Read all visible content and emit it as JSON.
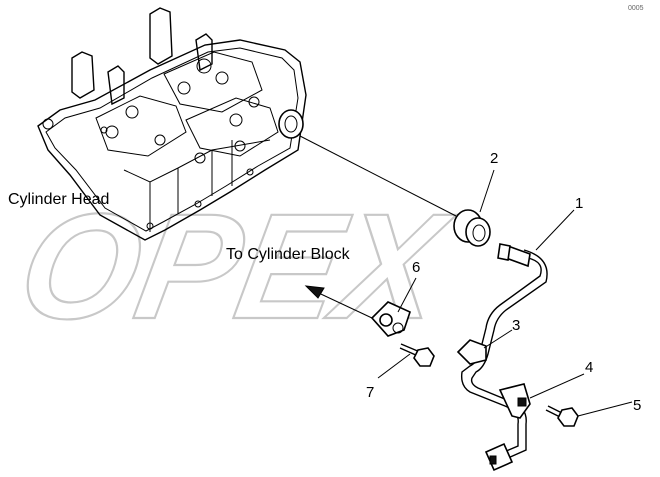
{
  "labels": {
    "cylinder_head": "Cylinder Head",
    "to_cylinder_block": "To Cylinder Block"
  },
  "watermark": "OPEX",
  "corner_mark": "0005",
  "callouts": [
    {
      "number": "1"
    },
    {
      "number": "2"
    },
    {
      "number": "3"
    },
    {
      "number": "4"
    },
    {
      "number": "5"
    },
    {
      "number": "6"
    },
    {
      "number": "7"
    }
  ]
}
